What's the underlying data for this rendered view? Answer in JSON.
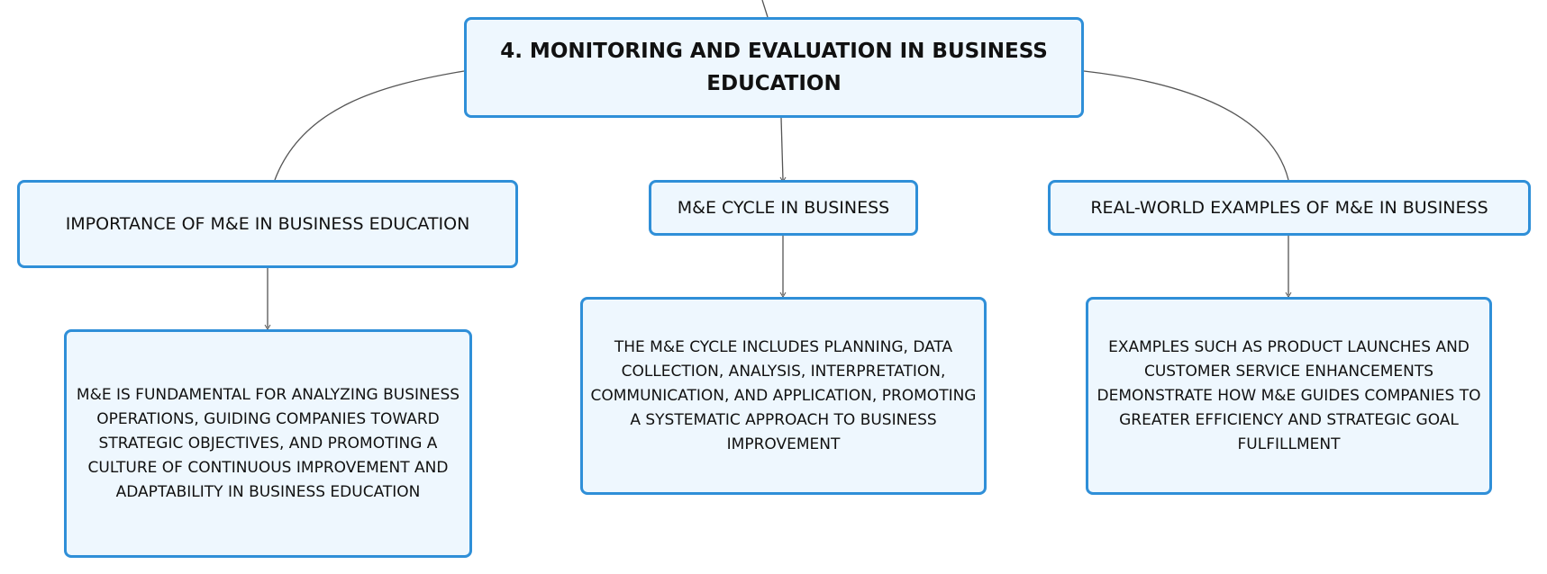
{
  "mindmap": {
    "root": "4. MONITORING AND EVALUATION IN BUSINESS EDUCATION",
    "branches": [
      {
        "label": "IMPORTANCE OF M&E IN BUSINESS EDUCATION",
        "detail": "M&E IS FUNDAMENTAL FOR ANALYZING BUSINESS OPERATIONS, GUIDING COMPANIES TOWARD STRATEGIC OBJECTIVES, AND PROMOTING A CULTURE OF CONTINUOUS IMPROVEMENT AND ADAPTABILITY IN BUSINESS EDUCATION"
      },
      {
        "label": "M&E CYCLE IN BUSINESS",
        "detail": "THE M&E CYCLE INCLUDES PLANNING, DATA COLLECTION, ANALYSIS, INTERPRETATION, COMMUNICATION, AND APPLICATION, PROMOTING A SYSTEMATIC APPROACH TO BUSINESS IMPROVEMENT"
      },
      {
        "label": "REAL-WORLD EXAMPLES OF M&E IN BUSINESS",
        "detail": "EXAMPLES SUCH AS PRODUCT LAUNCHES AND CUSTOMER SERVICE ENHANCEMENTS DEMONSTRATE HOW M&E GUIDES COMPANIES TO GREATER EFFICIENCY AND STRATEGIC GOAL FULFILLMENT"
      }
    ]
  },
  "colors": {
    "node_fill": "#eef7fe",
    "node_border": "#2f8fd8",
    "connector": "#555555",
    "text": "#111111"
  }
}
